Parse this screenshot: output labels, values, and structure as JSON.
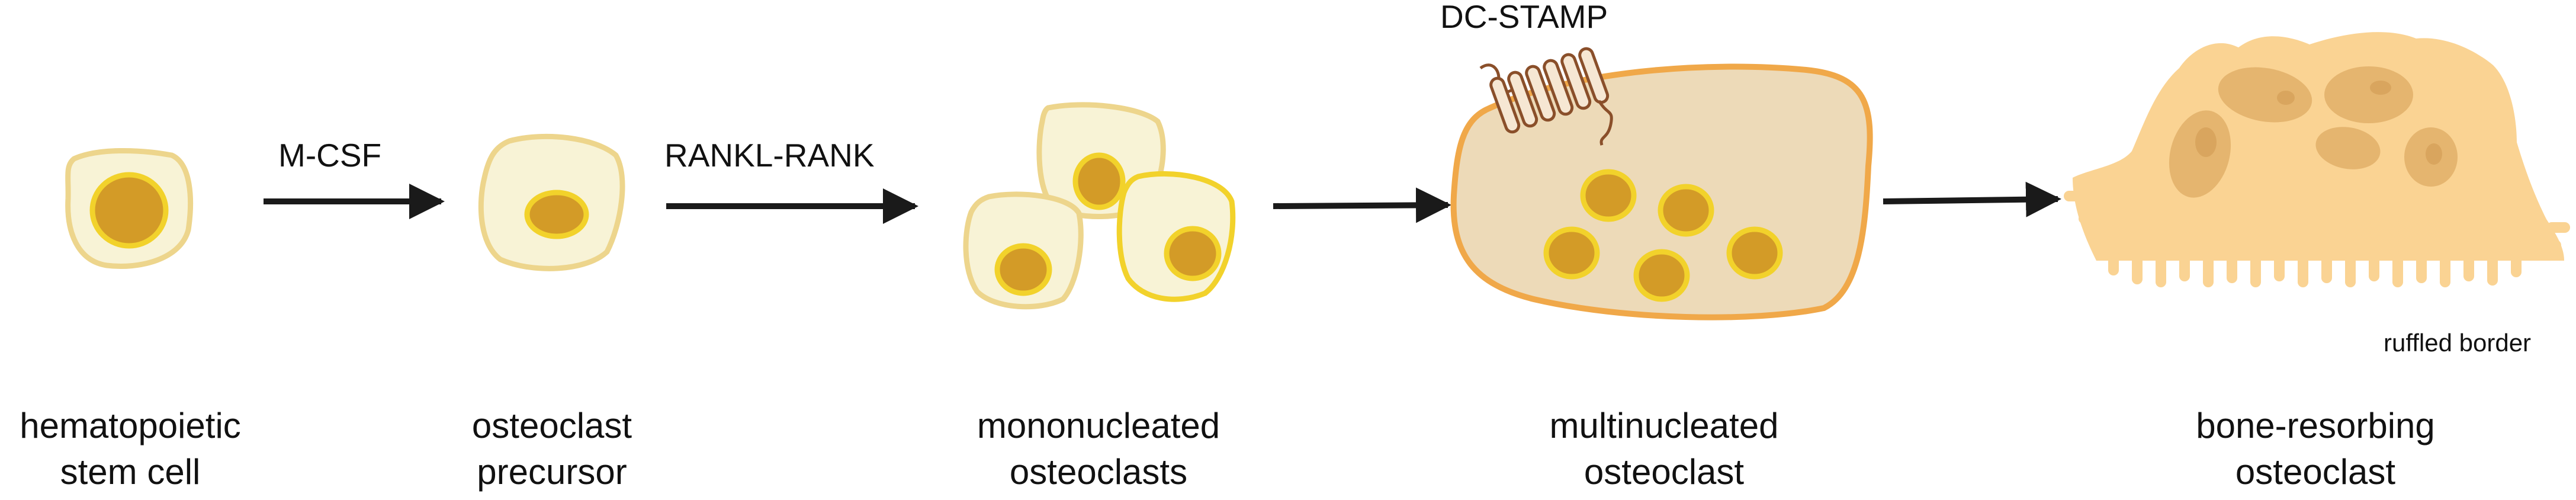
{
  "colors": {
    "cytoplasm_light": "#F8F3D6",
    "cytoplasm_rim": "#EDD58C",
    "nucleus_fill": "#D39B27",
    "nucleus_rim": "#F2D22B",
    "multinucleated_fill": "#EDDAB8",
    "multinucleated_rim": "#F0A849",
    "resorbing_fill": "#FAD393",
    "resorbing_spot": "#E5B56F",
    "receptor": "#8A4F2A",
    "arrow": "#1A1A1A"
  },
  "arrows": [
    {
      "label": "M-CSF"
    },
    {
      "label": "RANKL-RANK"
    },
    {
      "label": ""
    },
    {
      "label": ""
    }
  ],
  "stages": [
    {
      "line1": "hematopoietic",
      "line2": "stem cell"
    },
    {
      "line1": "osteoclast",
      "line2": "precursor"
    },
    {
      "line1": "mononucleated",
      "line2": "osteoclasts"
    },
    {
      "line1": "multinucleated",
      "line2": "osteoclast"
    },
    {
      "line1": "bone-resorbing",
      "line2": "osteoclast"
    }
  ],
  "annotations": {
    "dc_stamp": "DC-STAMP",
    "ruffled_border": "ruffled border"
  },
  "icons": [
    "receptor-icon",
    "arrow-icon"
  ]
}
